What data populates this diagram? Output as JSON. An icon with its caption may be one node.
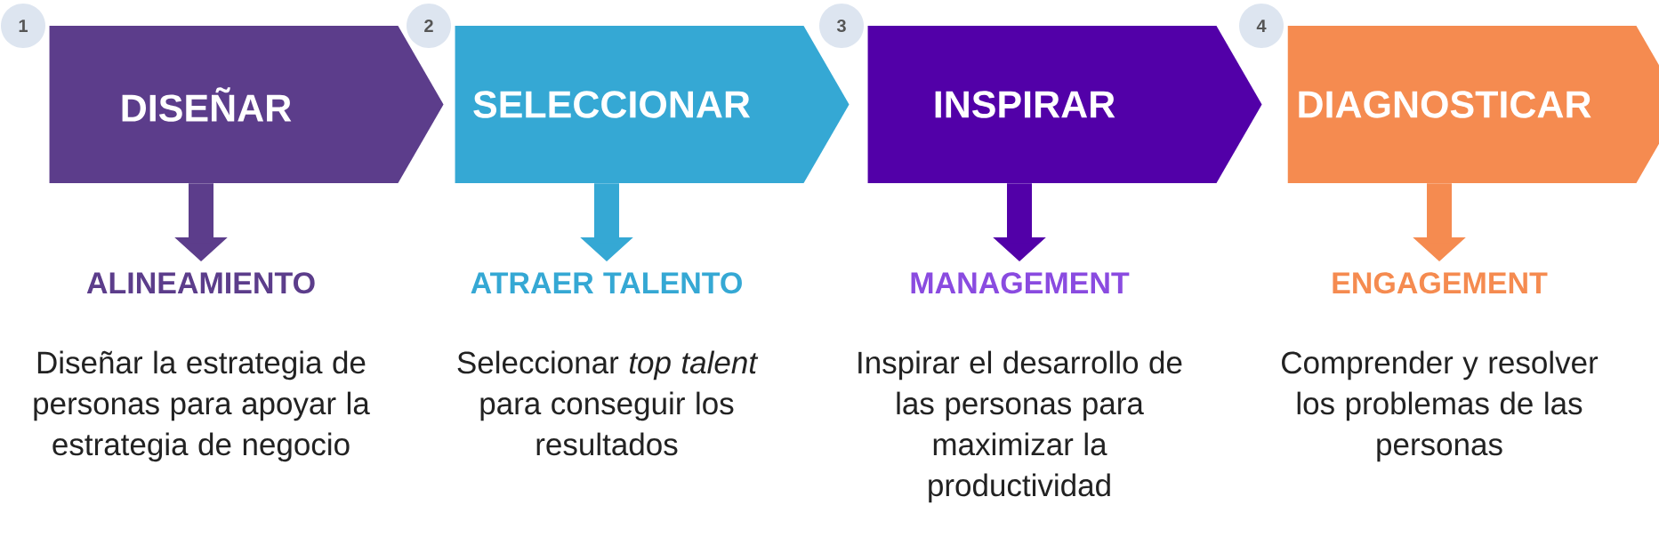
{
  "diagram": {
    "nodes": [
      {
        "text": [
          "1"
        ]
      },
      {
        "text": [
          "DISEÑAR"
        ]
      },
      {
        "text": [
          "ALINEAMIENTO",
          "Diseñar la estrategia de personas para apoyar la estrategia de negocio"
        ]
      },
      {
        "text": [
          "2"
        ]
      },
      {
        "text": [
          "SELECCIONAR"
        ]
      },
      {
        "text": [
          "ATRAER TALENTO",
          "Seleccionar *top talent* para conseguir los resultados"
        ]
      },
      {
        "text": [
          "3"
        ]
      },
      {
        "text": [
          "INSPIRAR"
        ]
      },
      {
        "text": [
          "MANAGEMENT",
          "Inspirar el desarrollo de las personas para maximizar la productividad"
        ]
      },
      {
        "text": [
          "4"
        ]
      },
      {
        "text": [
          "DIAGNOSTICAR"
        ]
      },
      {
        "text": [
          "ENGAGEMENT",
          "Comprender y resolver los problemas de las personas"
        ]
      }
    ],
    "edges": [
      {
        "from": 1,
        "to": 2,
        "arrow": "to",
        "color": "#5c3d8b"
      },
      {
        "from": 4,
        "to": 5,
        "arrow": "to",
        "color": "#35a8d4"
      },
      {
        "from": 7,
        "to": 8,
        "arrow": "to",
        "color": "#5200a8"
      },
      {
        "from": 10,
        "to": 11,
        "arrow": "to",
        "color": "#f58b50"
      }
    ]
  }
}
